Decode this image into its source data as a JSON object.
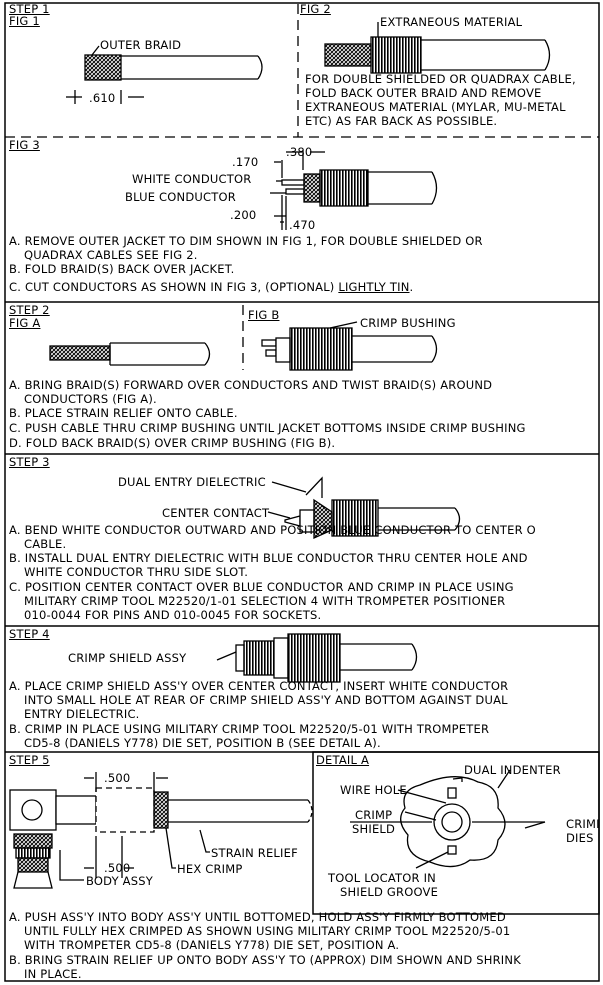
{
  "step1": {
    "heading": "STEP 1",
    "fig1": {
      "title": "FIG 1",
      "outer_braid_label": "OUTER BRAID",
      "dim": ".610"
    },
    "fig2": {
      "title": "FIG 2",
      "extraneous_label": "EXTRANEOUS MATERIAL",
      "note_lines": [
        "FOR DOUBLE SHIELDED OR QUADRAX CABLE,",
        "FOLD BACK OUTER BRAID AND REMOVE",
        "EXTRANEOUS MATERIAL (MYLAR, MU-METAL",
        "ETC) AS FAR BACK AS POSSIBLE."
      ]
    },
    "fig3": {
      "title": "FIG 3",
      "dim_170": ".170",
      "dim_380": ".380",
      "white_conductor": "WHITE CONDUCTOR",
      "blue_conductor": "BLUE CONDUCTOR",
      "dim_200": ".200",
      "dim_470": ".470"
    },
    "instructions": [
      "A. REMOVE OUTER JACKET TO DIM SHOWN IN FIG 1, FOR DOUBLE SHIELDED OR",
      "QUADRAX CABLES SEE FIG 2.",
      "B. FOLD BRAID(S) BACK OVER JACKET.",
      "C. CUT CONDUCTORS AS SHOWN IN FIG 3, (OPTIONAL)"
    ],
    "lightly_tin": "LIGHTLY TIN",
    "period": "."
  },
  "step2": {
    "heading": "STEP 2",
    "fig_a": "FIG A",
    "fig_b": "FIG B",
    "crimp_bushing": "CRIMP BUSHING",
    "instructions": [
      "A. BRING BRAID(S) FORWARD OVER CONDUCTORS AND TWIST BRAID(S) AROUND",
      "CONDUCTORS (FIG A).",
      "B. PLACE STRAIN RELIEF ONTO CABLE.",
      "C. PUSH CABLE THRU CRIMP BUSHING UNTIL JACKET BOTTOMS INSIDE CRIMP BUSHING",
      "D. FOLD BACK BRAID(S) OVER CRIMP BUSHING (FIG B)."
    ]
  },
  "step3": {
    "heading": "STEP 3",
    "dual_entry": "DUAL ENTRY DIELECTRIC",
    "center_contact": "CENTER CONTACT",
    "instructions": [
      "A. BEND WHITE CONDUCTOR OUTWARD AND POSITION BLUE CONDUCTOR TO CENTER O",
      "CABLE.",
      "B. INSTALL DUAL ENTRY DIELECTRIC WITH BLUE CONDUCTOR THRU CENTER HOLE AND",
      "WHITE CONDUCTOR THRU SIDE SLOT.",
      "C. POSITION CENTER CONTACT OVER BLUE CONDUCTOR AND CRIMP IN PLACE USING",
      "MILITARY CRIMP TOOL M22520/1-01 SELECTION 4 WITH TROMPETER POSITIONER",
      "010-0044 FOR PINS AND 010-0045 FOR SOCKETS."
    ]
  },
  "step4": {
    "heading": "STEP 4",
    "crimp_shield": "CRIMP SHIELD ASSY",
    "instructions": [
      "A. PLACE CRIMP SHIELD ASS'Y OVER CENTER CONTACT, INSERT WHITE CONDUCTOR",
      "INTO SMALL HOLE AT REAR OF CRIMP SHIELD ASS'Y AND BOTTOM AGAINST DUAL",
      "ENTRY DIELECTRIC.",
      "B. CRIMP IN PLACE USING MILITARY CRIMP TOOL M22520/5-01 WITH TROMPETER",
      "CD5-8 (DANIELS Y778) DIE SET, POSITION B (SEE DETAIL A)."
    ]
  },
  "step5": {
    "heading": "STEP 5",
    "dim_top": ".500",
    "dim_bottom": ".500",
    "strain_relief": "STRAIN RELIEF",
    "hex_crimp": "HEX CRIMP",
    "body_assy": "BODY ASSY",
    "detail_a": {
      "title": "DETAIL A",
      "dual_indenter": "DUAL INDENTER",
      "wire_hole": "WIRE HOLE",
      "crimp_shield_1": "CRIMP",
      "crimp_shield_2": "SHIELD",
      "crimp_dies_1": "CRIMI",
      "crimp_dies_2": "DIES",
      "tool_locator_1": "TOOL LOCATOR IN",
      "tool_locator_2": "SHIELD GROOVE"
    },
    "instructions": [
      "A. PUSH ASS'Y INTO BODY ASS'Y UNTIL BOTTOMED, HOLD ASS'Y FIRMLY BOTTOMED",
      "UNTIL FULLY HEX CRIMPED AS SHOWN USING MILITARY CRIMP TOOL M22520/5-01",
      "WITH TROMPETER CD5-8 (DANIELS Y778) DIE SET, POSITION A.",
      "B. BRING STRAIN RELIEF UP ONTO BODY ASS'Y TO (APPROX) DIM SHOWN AND SHRINK",
      "IN PLACE."
    ]
  }
}
